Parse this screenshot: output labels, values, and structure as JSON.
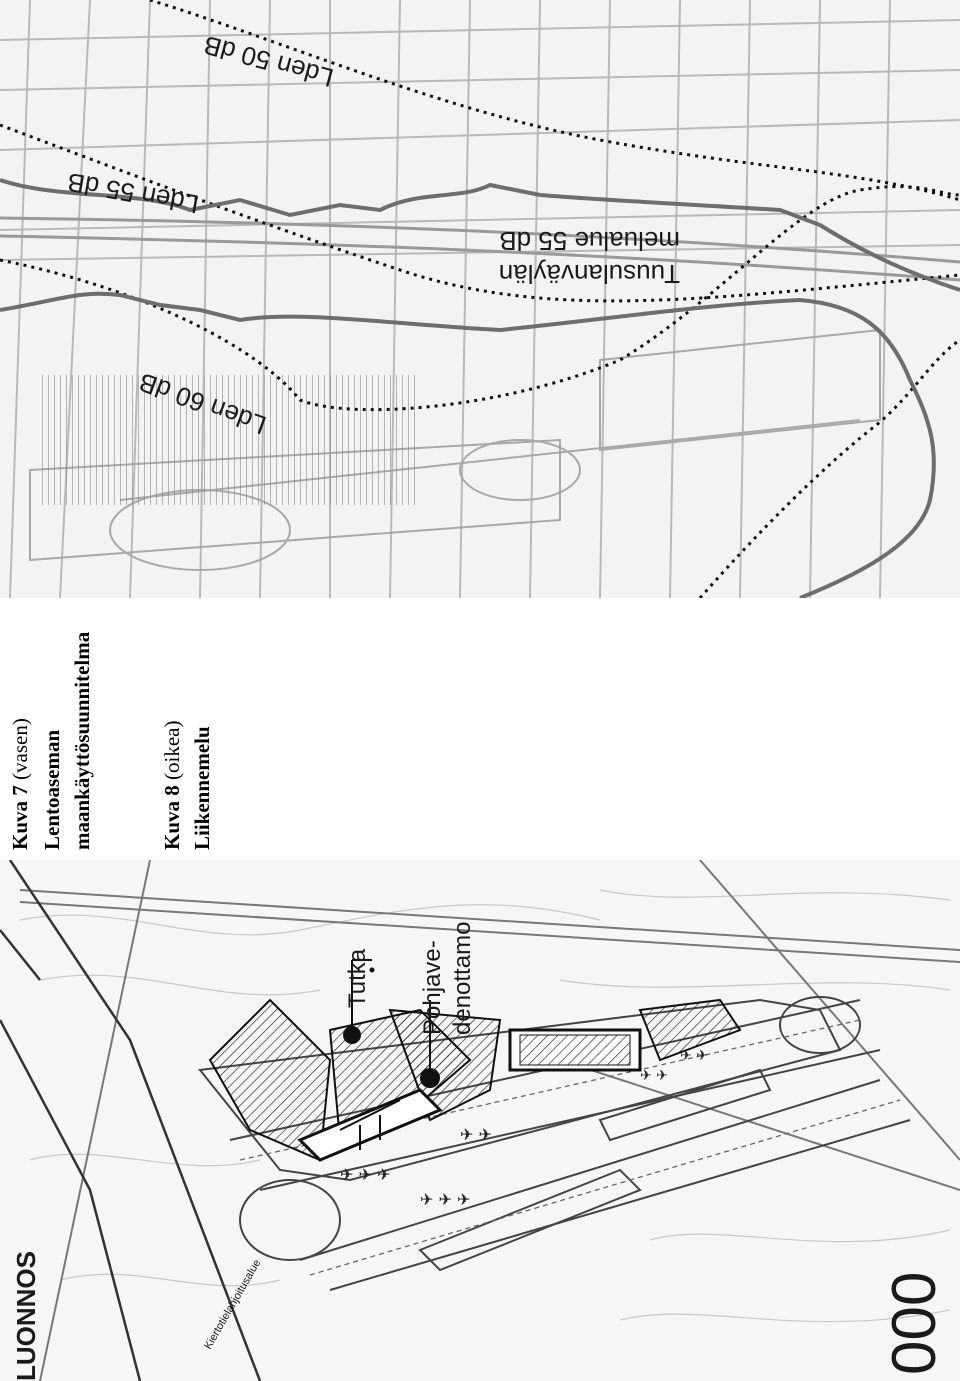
{
  "top_map": {
    "labels": {
      "l50": "Lden 50 dB",
      "l55": "Lden 55 dB",
      "l60": "Lden 60 dB",
      "road_line1": "Tuusulanväylän",
      "road_line2": "melualue 55 dB"
    }
  },
  "caption": {
    "fig7_label": "Kuva 7",
    "fig7_side": "(vasen)",
    "fig7_title1": "Lentoaseman",
    "fig7_title2": "maankäyttösuunnitelma",
    "fig8_label": "Kuva 8",
    "fig8_side": "(oikea)",
    "fig8_title": "Liikennemelu"
  },
  "bottom_map": {
    "labels": {
      "tutka": "Tutka",
      "pohjave1": "Pohjave-",
      "pohjave2": "denottamo",
      "luonnos": "LUONNOS",
      "side_text": "Kiertotielahjoitusalue",
      "digits": "000"
    }
  }
}
